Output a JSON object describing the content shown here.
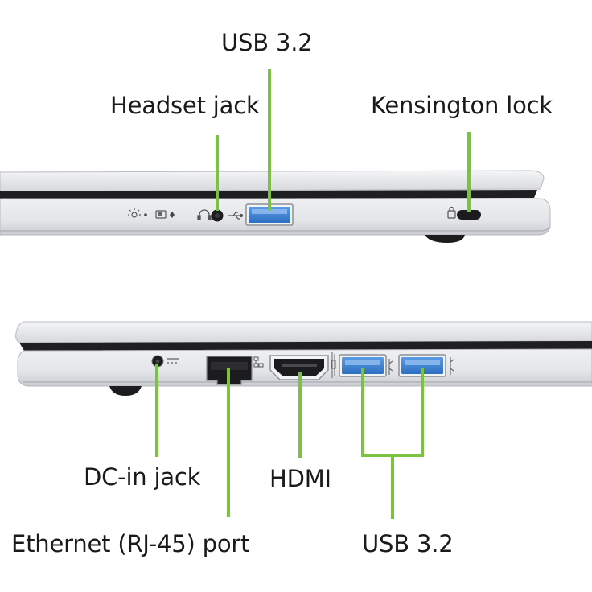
{
  "labels": {
    "usb_top": "USB 3.2",
    "headset": "Headset jack",
    "kensington": "Kensington lock",
    "dc_in": "DC-in jack",
    "hdmi": "HDMI",
    "ethernet": "Ethernet (RJ-45) port",
    "usb_bottom": "USB 3.2"
  },
  "colors": {
    "callout_line": "#7bc142",
    "usb_port": "#3a7fd0",
    "chassis": "#e4e5e8",
    "port_dark": "#1c1c1e"
  }
}
